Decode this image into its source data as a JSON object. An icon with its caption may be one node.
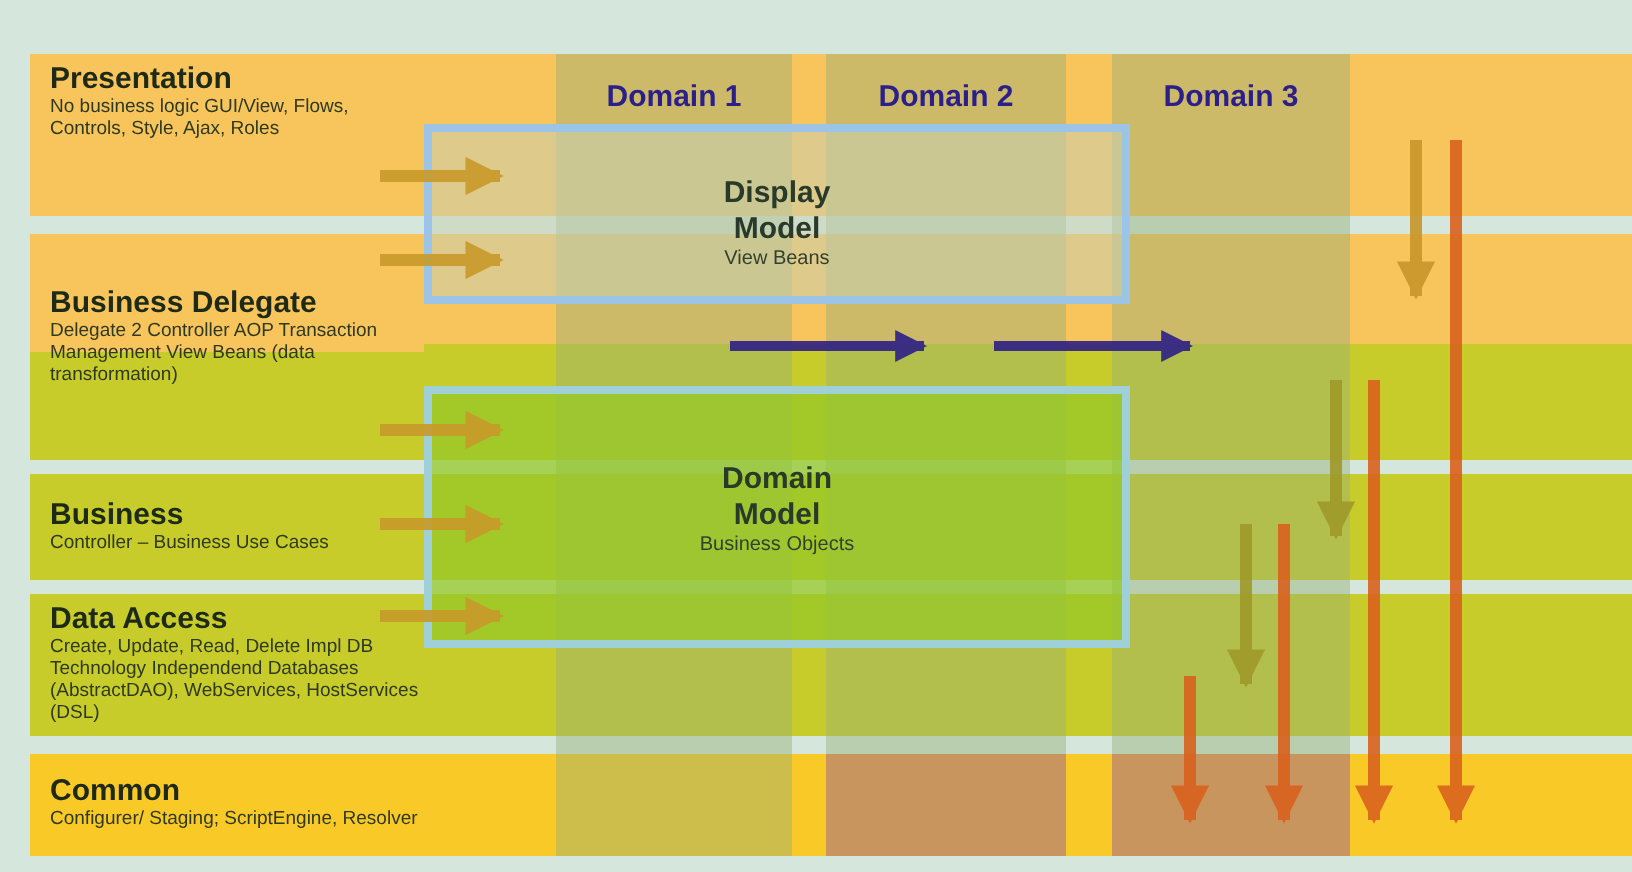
{
  "diagram": {
    "nodes": [
      {
        "text": [
          "Presentation",
          "No business logic GUI/View, Flows, Controls, Style, Ajax, Roles"
        ]
      },
      {
        "text": [
          "Domain 1"
        ]
      },
      {
        "text": [
          "Domain 2"
        ]
      },
      {
        "text": [
          "Domain 3"
        ]
      },
      {
        "text": [
          "Display Model",
          "View Beans"
        ]
      },
      {
        "text": [
          "Business Delegate",
          "Delegate 2 Controller AOP Transaction Management View Beans (data transformation)"
        ]
      },
      {
        "text": [
          "Domain Model",
          "Business Objects"
        ]
      },
      {
        "text": [
          "Business",
          "Controller – Business Use Cases"
        ]
      },
      {
        "text": [
          "Data Access",
          "Create, Update, Read, Delete Impl DB Technology Independend Databases (AbstractDAO), WebServices, HostServices (DSL)"
        ]
      },
      {
        "text": [
          "Common",
          "Configurer/ Staging; ScriptEngine, Resolver"
        ]
      }
    ],
    "edges": [
      {
        "from": 0,
        "to": 4,
        "arrow": "to"
      },
      {
        "from": 5,
        "to": 4,
        "arrow": "to"
      },
      {
        "from": 5,
        "to": 6,
        "arrow": "to"
      },
      {
        "from": 7,
        "to": 6,
        "arrow": "to"
      },
      {
        "from": 8,
        "to": 6,
        "arrow": "to"
      }
    ]
  }
}
